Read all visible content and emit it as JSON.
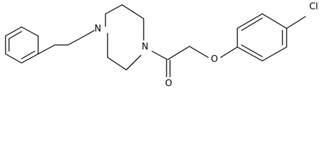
{
  "molecule": {
    "atoms": {
      "n_benzyl": "N",
      "n_amide": "N",
      "o_carbonyl": "O",
      "o_ether": "O",
      "cl": "Cl"
    },
    "colors": {
      "line": "#000000",
      "background": "#ffffff"
    }
  }
}
